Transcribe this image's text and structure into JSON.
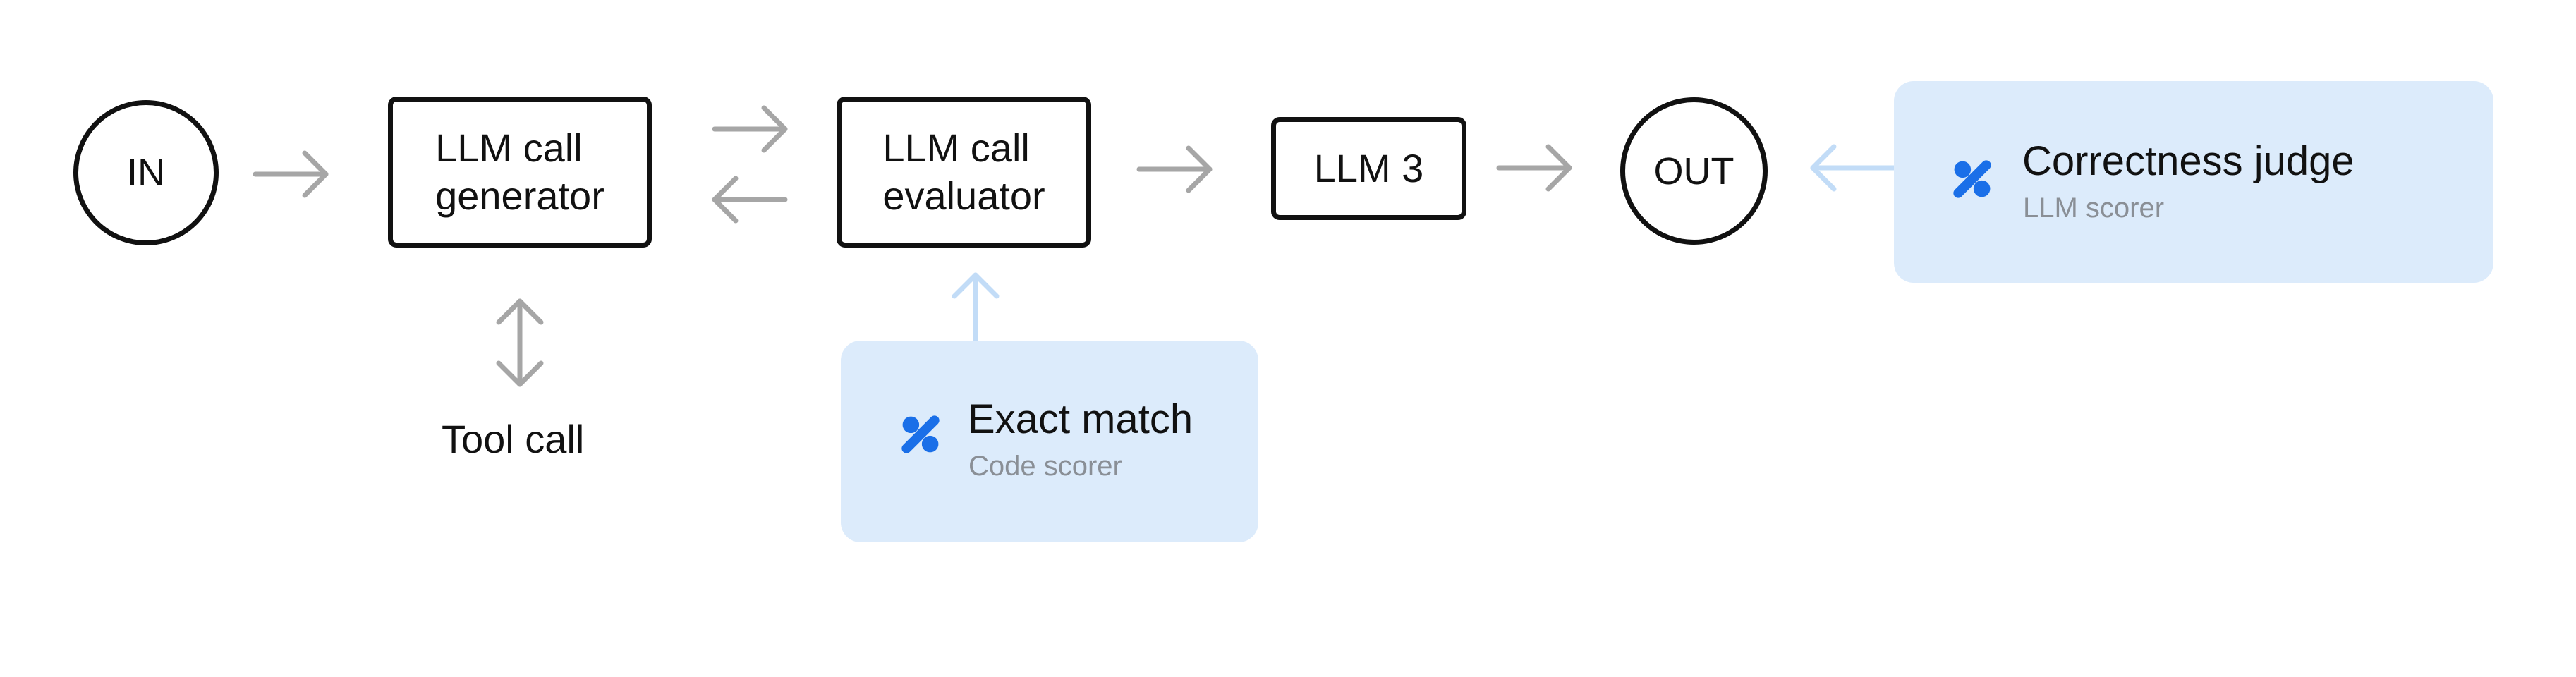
{
  "diagram": {
    "nodes": {
      "input": {
        "label": "IN"
      },
      "generator": {
        "label": "LLM call\ngenerator"
      },
      "evaluator": {
        "label": "LLM call\nevaluator"
      },
      "llm3": {
        "label": "LLM 3"
      },
      "output": {
        "label": "OUT"
      },
      "tool_call": {
        "label": "Tool call"
      }
    },
    "scorers": {
      "exact_match": {
        "title": "Exact match",
        "subtitle": "Code scorer",
        "icon": "percent-icon"
      },
      "correctness_judge": {
        "title": "Correctness judge",
        "subtitle": "LLM scorer",
        "icon": "percent-icon"
      }
    },
    "colors": {
      "node_border": "#111111",
      "arrow": "#a6a6a6",
      "scorer_bg": "#dcebfb",
      "scorer_arrow": "#c2dcf7",
      "icon": "#1a6fe8",
      "subtitle": "#8a8f96"
    }
  }
}
